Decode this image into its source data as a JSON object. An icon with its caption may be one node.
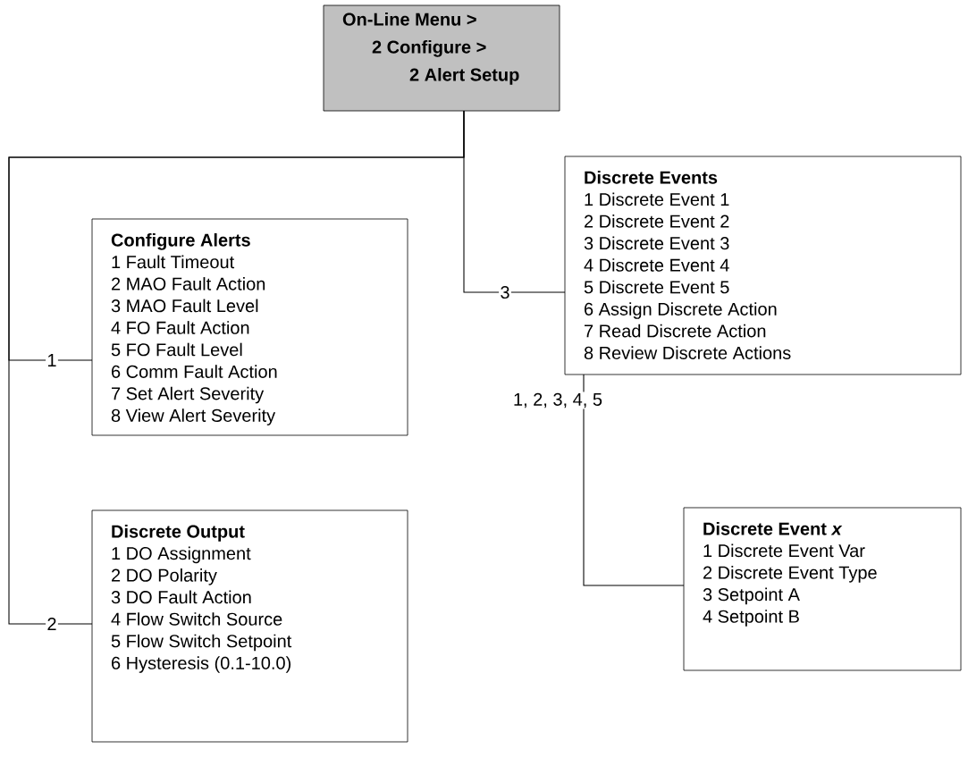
{
  "diagram": {
    "nodes": [
      {
        "text": [
          "On-Line Menu >",
          "2 Configure >",
          "2 Alert Setup"
        ]
      },
      {
        "text": [
          "Configure Alerts",
          "1 Fault Timeout",
          "2 MAO Fault Action",
          "3 MAO Fault Level",
          "4 FO Fault Action",
          "5 FO Fault Level",
          "6 Comm Fault Action",
          "7 Set Alert Severity",
          "8 View Alert Severity"
        ]
      },
      {
        "text": [
          "Discrete Output",
          "1 DO Assignment",
          "2 DO Polarity",
          "3 DO Fault Action",
          "4 Flow Switch Source",
          "5 Flow Switch Setpoint",
          "6 Hysteresis (0.1-10.0)"
        ]
      },
      {
        "text": [
          "Discrete Events",
          "1 Discrete Event 1",
          "2 Discrete Event 2",
          "3 Discrete Event 3",
          "4 Discrete Event 4",
          "5 Discrete Event 5",
          "6 Assign Discrete Action",
          "7 Read Discrete Action",
          "8 Review Discrete Actions"
        ]
      },
      {
        "text": [
          "Discrete Event *x*",
          "1 Discrete Event Var",
          "2 Discrete Event Type",
          "3 Setpoint A",
          "4 Setpoint B"
        ]
      }
    ],
    "edges": [
      {
        "from": 0,
        "to": 1,
        "arrow": "none",
        "label": "1"
      },
      {
        "from": 0,
        "to": 2,
        "arrow": "none",
        "label": "2"
      },
      {
        "from": 0,
        "to": 3,
        "arrow": "none",
        "label": "3"
      },
      {
        "from": 3,
        "to": 4,
        "arrow": "none",
        "label": "1, 2, 3, 4, 5"
      }
    ]
  }
}
